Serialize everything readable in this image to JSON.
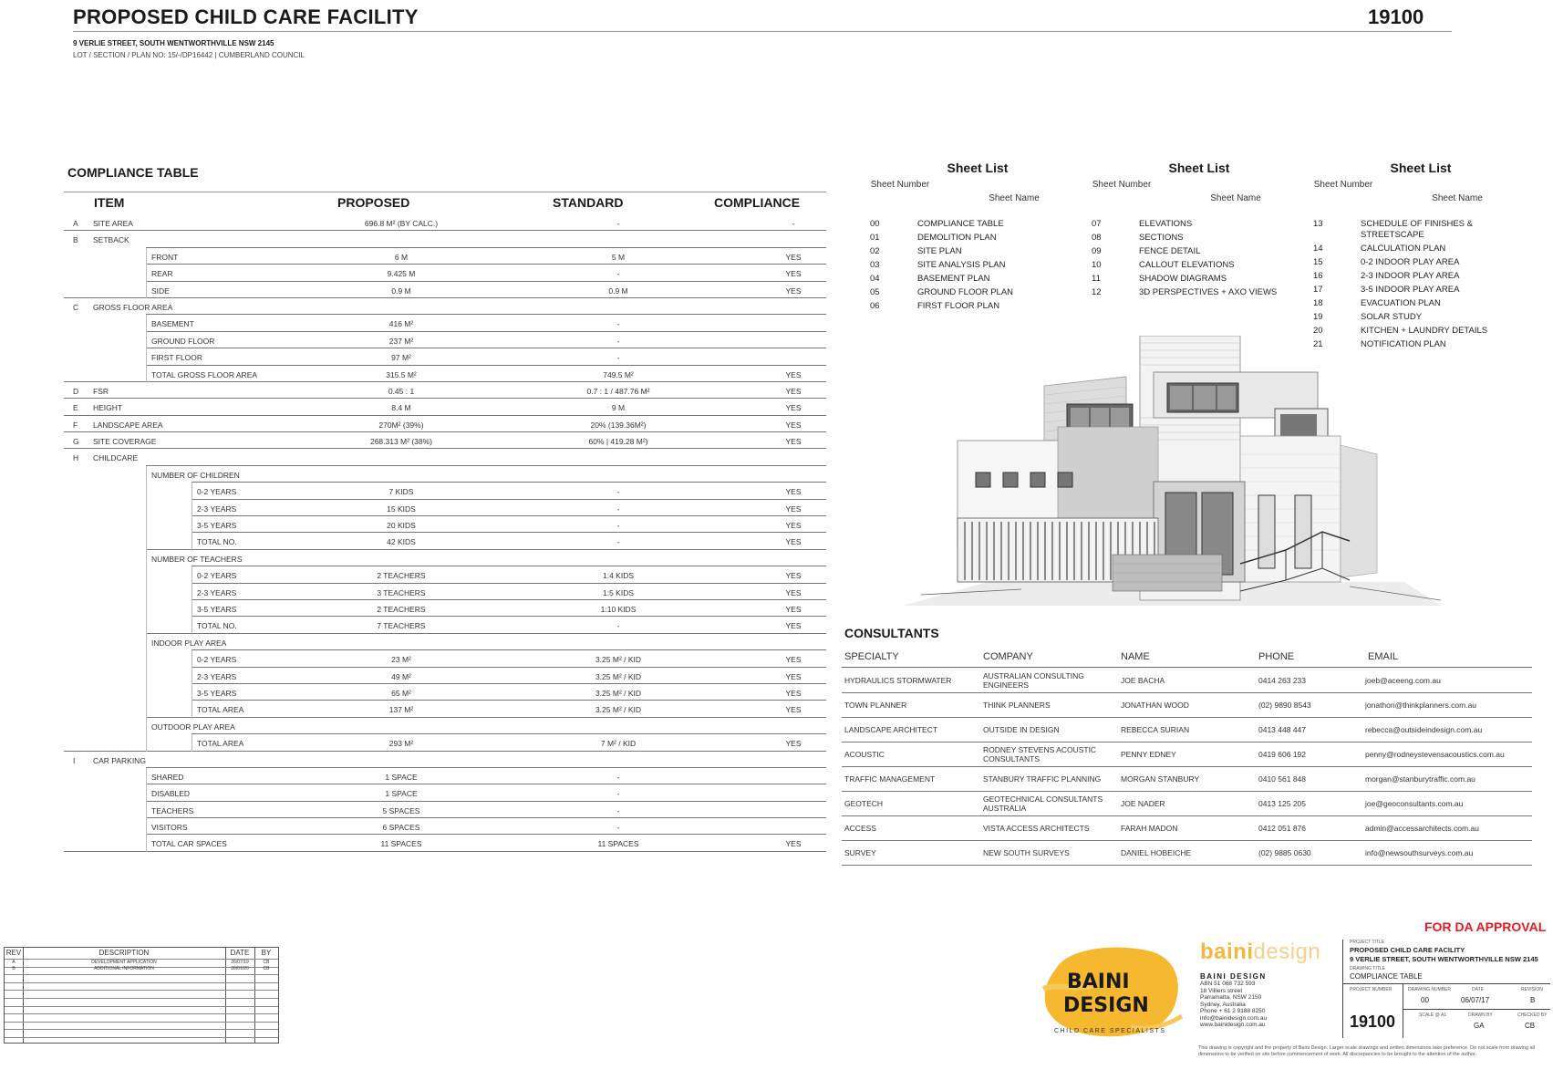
{
  "header": {
    "title": "PROPOSED CHILD CARE FACILITY",
    "project_number": "19100",
    "address": "9 VERLIE STREET, SOUTH WENTWORTHVILLE NSW 2145",
    "lot": "LOT / SECTION / PLAN NO: 15/-/DP16442 | CUMBERLAND COUNCIL"
  },
  "compliance": {
    "title": "COMPLIANCE TABLE",
    "headers": {
      "item": "ITEM",
      "proposed": "PROPOSED",
      "standard": "STANDARD",
      "compliance": "COMPLIANCE"
    },
    "rows": [
      {
        "letter": "A",
        "label": "SITE AREA",
        "level": 0,
        "proposed": "696.8 m² (BY CALC.)",
        "standard": "-",
        "compliance": "-"
      },
      {
        "letter": "B",
        "label": "SETBACK",
        "level": 0,
        "proposed": "",
        "standard": "",
        "compliance": ""
      },
      {
        "letter": "",
        "label": "FRONT",
        "level": 1,
        "proposed": "6 m",
        "standard": "5 m",
        "compliance": "YES"
      },
      {
        "letter": "",
        "label": "REAR",
        "level": 1,
        "proposed": "9.425 m",
        "standard": "-",
        "compliance": "YES"
      },
      {
        "letter": "",
        "label": "SIDE",
        "level": 1,
        "proposed": "0.9 m",
        "standard": "0.9 m",
        "compliance": "YES"
      },
      {
        "letter": "C",
        "label": "GROSS FLOOR AREA",
        "level": 0,
        "proposed": "",
        "standard": "",
        "compliance": ""
      },
      {
        "letter": "",
        "label": "BASEMENT",
        "level": 1,
        "proposed": "416 m²",
        "standard": "-",
        "compliance": ""
      },
      {
        "letter": "",
        "label": "GROUND FLOOR",
        "level": 1,
        "proposed": "237 m²",
        "standard": "-",
        "compliance": ""
      },
      {
        "letter": "",
        "label": "FIRST FLOOR",
        "level": 1,
        "proposed": "97 m²",
        "standard": "-",
        "compliance": ""
      },
      {
        "letter": "",
        "label": "TOTAL GROSS FLOOR AREA",
        "level": 1,
        "proposed": "315.5 m²",
        "standard": "749.5 m²",
        "compliance": "YES"
      },
      {
        "letter": "D",
        "label": "FSR",
        "level": 0,
        "proposed": "0.45 : 1",
        "standard": "0.7 : 1 / 487.76 m²",
        "compliance": "YES"
      },
      {
        "letter": "E",
        "label": "HEIGHT",
        "level": 0,
        "proposed": "8.4 m",
        "standard": "9 m",
        "compliance": "YES"
      },
      {
        "letter": "F",
        "label": "LANDSCAPE AREA",
        "level": 0,
        "proposed": "270m² (39%)",
        "standard": "20% (139.36m²)",
        "compliance": "YES"
      },
      {
        "letter": "G",
        "label": "SITE COVERAGE",
        "level": 0,
        "proposed": "268.313 m² (38%)",
        "standard": "60% | 419.28 m²)",
        "compliance": "YES"
      },
      {
        "letter": "H",
        "label": "CHILDCARE",
        "level": 0,
        "proposed": "",
        "standard": "",
        "compliance": ""
      },
      {
        "letter": "",
        "label": "NUMBER OF CHILDREN",
        "level": 1,
        "proposed": "",
        "standard": "",
        "compliance": ""
      },
      {
        "letter": "",
        "label": "0-2 YEARS",
        "level": 2,
        "proposed": "7 KIDS",
        "standard": "-",
        "compliance": "YES"
      },
      {
        "letter": "",
        "label": "2-3 YEARS",
        "level": 2,
        "proposed": "15 KIDS",
        "standard": "-",
        "compliance": "YES"
      },
      {
        "letter": "",
        "label": "3-5 YEARS",
        "level": 2,
        "proposed": "20 KIDS",
        "standard": "-",
        "compliance": "YES"
      },
      {
        "letter": "",
        "label": "TOTAL NO.",
        "level": 2,
        "proposed": "42 KIDS",
        "standard": "-",
        "compliance": "YES"
      },
      {
        "letter": "",
        "label": "NUMBER OF TEACHERS",
        "level": 1,
        "proposed": "",
        "standard": "",
        "compliance": ""
      },
      {
        "letter": "",
        "label": "0-2 YEARS",
        "level": 2,
        "proposed": "2 TEACHERS",
        "standard": "1:4 KIDS",
        "compliance": "YES"
      },
      {
        "letter": "",
        "label": "2-3 YEARS",
        "level": 2,
        "proposed": "3 TEACHERS",
        "standard": "1:5 KIDS",
        "compliance": "YES"
      },
      {
        "letter": "",
        "label": "3-5 YEARS",
        "level": 2,
        "proposed": "2 TEACHERS",
        "standard": "1:10 KIDS",
        "compliance": "YES"
      },
      {
        "letter": "",
        "label": "TOTAL NO.",
        "level": 2,
        "proposed": "7 TEACHERS",
        "standard": "-",
        "compliance": "YES"
      },
      {
        "letter": "",
        "label": "INDOOR PLAY AREA",
        "level": 1,
        "proposed": "",
        "standard": "",
        "compliance": ""
      },
      {
        "letter": "",
        "label": "0-2 YEARS",
        "level": 2,
        "proposed": "23 m²",
        "standard": "3.25 m² / KID",
        "compliance": "YES"
      },
      {
        "letter": "",
        "label": "2-3 YEARS",
        "level": 2,
        "proposed": "49 m²",
        "standard": "3.25 m² / KID",
        "compliance": "YES"
      },
      {
        "letter": "",
        "label": "3-5 YEARS",
        "level": 2,
        "proposed": "65 m²",
        "standard": "3.25 m² / KID",
        "compliance": "YES"
      },
      {
        "letter": "",
        "label": "TOTAL AREA",
        "level": 2,
        "proposed": "137 m²",
        "standard": "3.25 m² / KID",
        "compliance": "YES"
      },
      {
        "letter": "",
        "label": "OUTDOOR PLAY AREA",
        "level": 1,
        "proposed": "",
        "standard": "",
        "compliance": ""
      },
      {
        "letter": "",
        "label": "TOTAL AREA",
        "level": 2,
        "proposed": "293 m²",
        "standard": "7 m² / KID",
        "compliance": "YES"
      },
      {
        "letter": "I",
        "label": "CAR PARKING",
        "level": 0,
        "proposed": "",
        "standard": "",
        "compliance": ""
      },
      {
        "letter": "",
        "label": "SHARED",
        "level": 1,
        "proposed": "1 SPACE",
        "standard": "-",
        "compliance": ""
      },
      {
        "letter": "",
        "label": "DISABLED",
        "level": 1,
        "proposed": "1 SPACE",
        "standard": "-",
        "compliance": ""
      },
      {
        "letter": "",
        "label": "TEACHERS",
        "level": 1,
        "proposed": "5 SPACES",
        "standard": "-",
        "compliance": ""
      },
      {
        "letter": "",
        "label": "VISITORS",
        "level": 1,
        "proposed": "6 SPACES",
        "standard": "-",
        "compliance": ""
      },
      {
        "letter": "",
        "label": "TOTAL CAR SPACES",
        "level": 1,
        "proposed": "11 SPACES",
        "standard": "11 SPACES",
        "compliance": "YES"
      }
    ]
  },
  "sheet_list": {
    "title": "Sheet List",
    "number_header": "Sheet Number",
    "name_header": "Sheet Name",
    "columns": [
      [
        {
          "num": "00",
          "name": "COMPLIANCE TABLE"
        },
        {
          "num": "01",
          "name": "DEMOLITION PLAN"
        },
        {
          "num": "02",
          "name": "SITE PLAN"
        },
        {
          "num": "03",
          "name": "SITE ANALYSIS PLAN"
        },
        {
          "num": "04",
          "name": "BASEMENT PLAN"
        },
        {
          "num": "05",
          "name": "GROUND FLOOR PLAN"
        },
        {
          "num": "06",
          "name": "FIRST FLOOR PLAN"
        }
      ],
      [
        {
          "num": "07",
          "name": "ELEVATIONS"
        },
        {
          "num": "08",
          "name": "SECTIONS"
        },
        {
          "num": "09",
          "name": "FENCE DETAIL"
        },
        {
          "num": "10",
          "name": "CALLOUT ELEVATIONS"
        },
        {
          "num": "11",
          "name": "SHADOW DIAGRAMS"
        },
        {
          "num": "12",
          "name": "3D PERSPECTIVES + AXO VIEWS"
        }
      ],
      [
        {
          "num": "13",
          "name": "SCHEDULE OF FINISHES & STREETSCAPE"
        },
        {
          "num": "14",
          "name": "CALCULATION PLAN"
        },
        {
          "num": "15",
          "name": "0-2 INDOOR PLAY AREA"
        },
        {
          "num": "16",
          "name": "2-3 INDOOR PLAY AREA"
        },
        {
          "num": "17",
          "name": "3-5 INDOOR PLAY AREA"
        },
        {
          "num": "18",
          "name": "EVACUATION PLAN"
        },
        {
          "num": "19",
          "name": "SOLAR STUDY"
        },
        {
          "num": "20",
          "name": "KITCHEN + LAUNDRY DETAILS"
        },
        {
          "num": "21",
          "name": "NOTIFICATION PLAN"
        }
      ]
    ]
  },
  "consultants": {
    "title": "CONSULTANTS",
    "headers": {
      "specialty": "SPECIALTY",
      "company": "COMPANY",
      "name": "NAME",
      "phone": "PHONE",
      "email": "EMAIL"
    },
    "rows": [
      {
        "specialty": "HYDRAULICS STORMWATER",
        "company": "AUSTRALIAN CONSULTING ENGINEERS",
        "name": "JOE BACHA",
        "phone": "0414 263 233",
        "email": "joeb@aceeng.com.au"
      },
      {
        "specialty": "TOWN PLANNER",
        "company": "THINK PLANNERS",
        "name": "JONATHAN WOOD",
        "phone": "(02) 9890 8543",
        "email": "jonathon@thinkplanners.com.au"
      },
      {
        "specialty": "LANDSCAPE ARCHITECT",
        "company": "OUTSIDE IN DESIGN",
        "name": "REBECCA SURIAN",
        "phone": "0413 448 447",
        "email": "rebecca@outsideindesign.com.au"
      },
      {
        "specialty": "ACOUSTIC",
        "company": "RODNEY STEVENS ACOUSTIC CONSULTANTS",
        "name": "PENNY EDNEY",
        "phone": "0419 606 192",
        "email": "penny@rodneystevensacoustics.com.au"
      },
      {
        "specialty": "TRAFFIC MANAGEMENT",
        "company": "STANBURY TRAFFIC PLANNING",
        "name": "MORGAN STANBURY",
        "phone": "0410 561 848",
        "email": "morgan@stanburytraffic.com.au"
      },
      {
        "specialty": "GEOTECH",
        "company": "GEOTECHNICAL CONSULTANTS AUSTRALIA",
        "name": "JOE NADER",
        "phone": "0413 125 205",
        "email": "joe@geoconsultants.com.au"
      },
      {
        "specialty": "ACCESS",
        "company": "VISTA ACCESS ARCHITECTS",
        "name": "FARAH MADON",
        "phone": "0412 051 876",
        "email": "admin@accessarchitects.com.au"
      },
      {
        "specialty": "SURVEY",
        "company": "NEW SOUTH SURVEYS",
        "name": "DANIEL HOBEICHE",
        "phone": "(02) 9885 0630",
        "email": "info@newsouthsurveys.com.au"
      }
    ]
  },
  "revisions": {
    "headers": {
      "rev": "REV",
      "description": "DESCRIPTION",
      "date": "DATE",
      "by": "BY"
    },
    "rows": [
      {
        "rev": "A",
        "description": "DEVELOPMENT APPLICATION",
        "date": "26/07/19",
        "by": "CB"
      },
      {
        "rev": "B",
        "description": "ADDITIONAL INFORMATION",
        "date": "28/01/20",
        "by": "CB"
      }
    ]
  },
  "logo": {
    "line1": "BAINI",
    "line2": "DESIGN",
    "tagline": "CHILD CARE SPECIALISTS",
    "color": "#f5b82e"
  },
  "firm": {
    "brand_bold": "baini",
    "brand_light": "design",
    "name": "BAINI DESIGN",
    "info": [
      "ABN 51 068 732 593",
      "18 Villiers street",
      "Parramatta, NSW 2150",
      "Sydney, Australia",
      "Phone + 61 2 9188 8250",
      "info@bainidesign.com.au",
      "www.bainidesign.com.au"
    ]
  },
  "approval": "FOR DA APPROVAL",
  "title_block": {
    "project_title_label": "PROJECT TITLE",
    "project_title": "PROPOSED CHILD CARE FACILITY",
    "project_address": "9 VERLIE STREET, SOUTH WENTWORTHVILLE NSW 2145",
    "drawing_title_label": "DRAWING TITLE",
    "drawing_title": "COMPLIANCE TABLE",
    "project_number_label": "PROJECT NUMBER",
    "project_number": "19100",
    "drawing_number_label": "DRAWING NUMBER",
    "drawing_number": "00",
    "date_label": "DATE",
    "date": "06/07/17",
    "revision_label": "REVISION",
    "revision": "B",
    "scale_label": "SCALE @ A1",
    "scale": "",
    "drawn_by_label": "DRAWN BY",
    "drawn_by": "GA",
    "checked_by_label": "CHECKED BY",
    "checked_by": "CB"
  },
  "disclaimer": "This drawing is copyright and the property of Baini Design. Larger scale drawings and written dimensions take preference. Do not scale from drawing all dimensions to be verified on site before commencement of work. All discrepancies to be brought to the attention of the author."
}
